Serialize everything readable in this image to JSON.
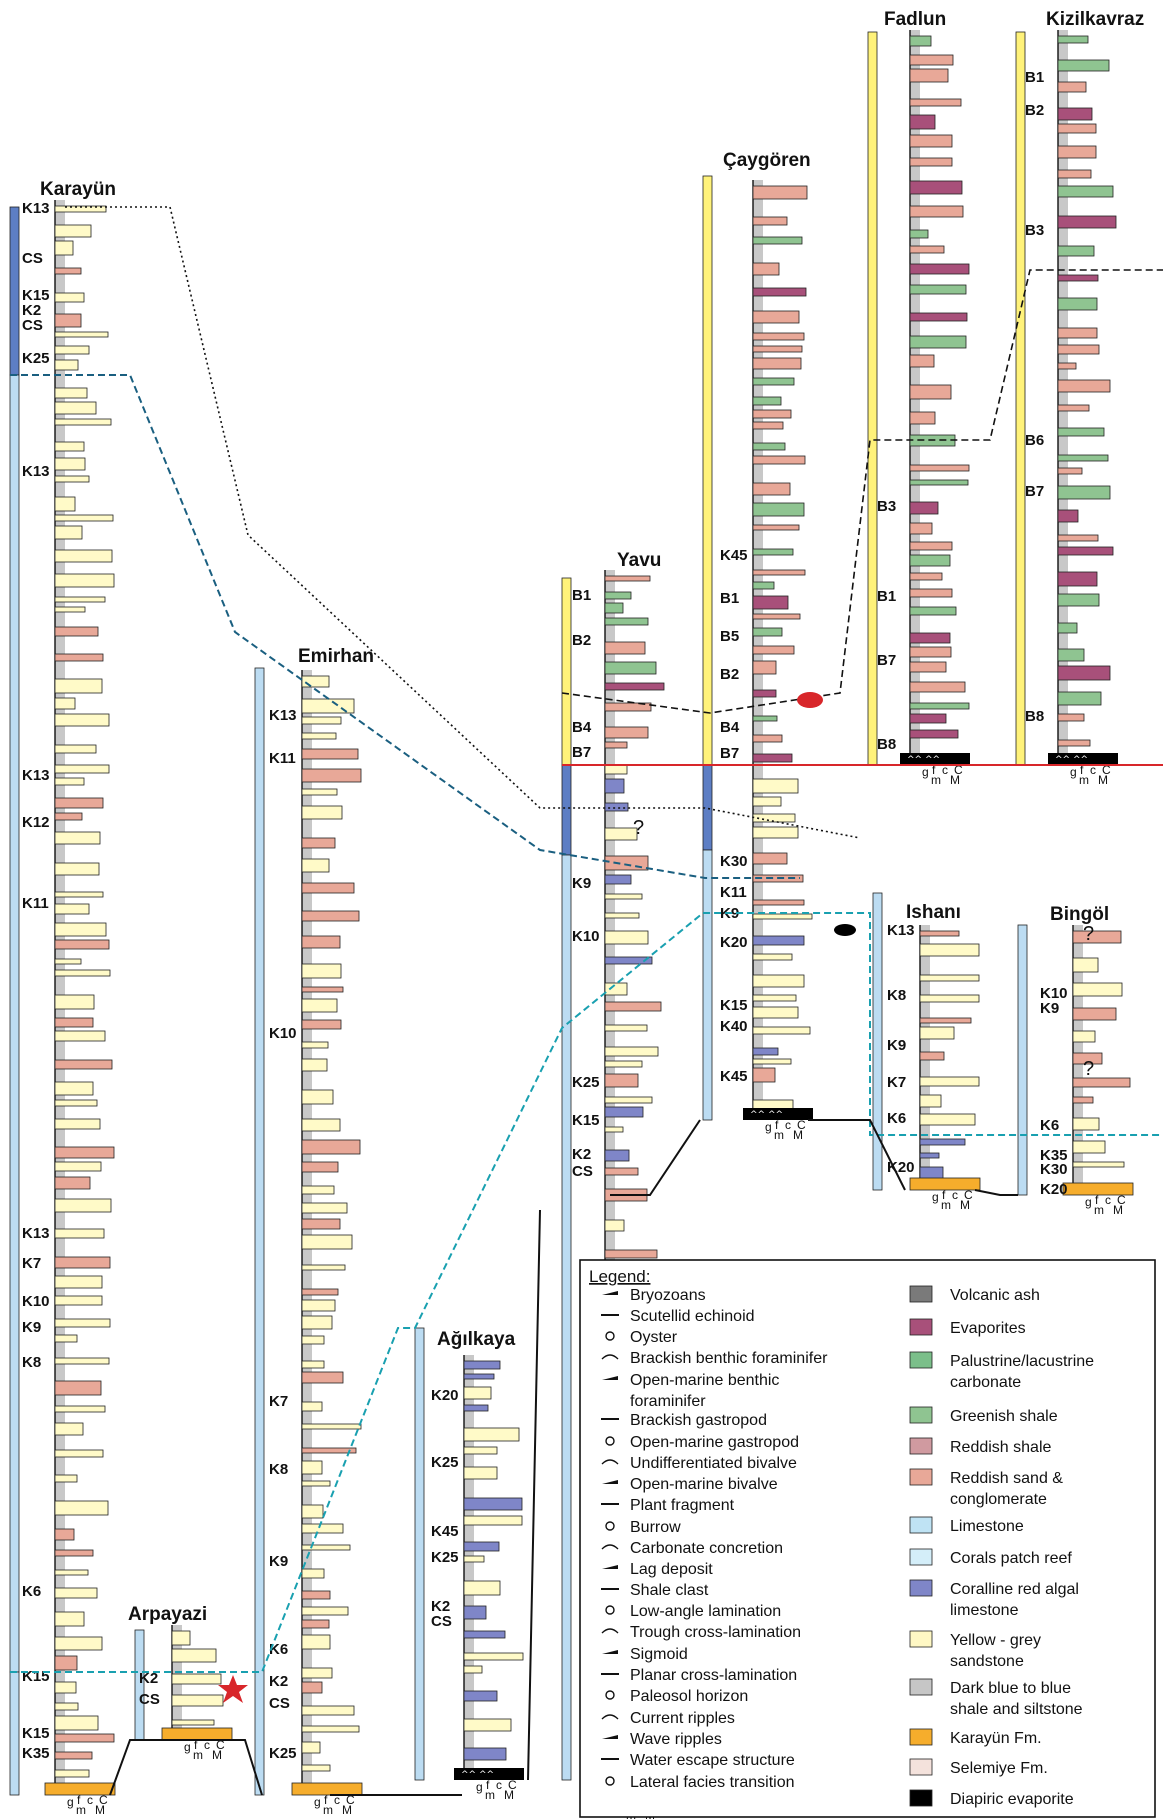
{
  "sections": [
    {
      "name": "Karayün",
      "units": [
        "K13",
        "CS",
        "K15",
        "K2",
        "CS",
        "K25",
        "K13",
        "K13",
        "K12",
        "K11",
        "K13",
        "K7",
        "K10",
        "K9",
        "K8",
        "K6",
        "K15",
        "K15",
        "K35"
      ],
      "scale": [
        "g",
        "f",
        "c",
        "C",
        "m",
        "M"
      ]
    },
    {
      "name": "Arpayazi",
      "units": [
        "K2",
        "CS"
      ],
      "scale": [
        "g",
        "f",
        "c",
        "C",
        "m",
        "M"
      ]
    },
    {
      "name": "Emirhan",
      "units": [
        "K13",
        "K11",
        "K10",
        "K7",
        "K8",
        "K9",
        "K6",
        "K2",
        "CS",
        "K25"
      ],
      "scale": [
        "g",
        "f",
        "c",
        "C",
        "m",
        "M"
      ]
    },
    {
      "name": "Ağılkaya",
      "units": [
        "K20",
        "K25",
        "K45",
        "K25",
        "K2",
        "CS"
      ],
      "scale": [
        "g",
        "f",
        "c",
        "C",
        "m",
        "M"
      ]
    },
    {
      "name": "Yavu",
      "units": [
        "B1",
        "B2",
        "B4",
        "B7",
        "K9",
        "K10",
        "K25",
        "K15",
        "K2",
        "CS"
      ],
      "scale": [
        "g",
        "f",
        "c",
        "C",
        "m",
        "M"
      ]
    },
    {
      "name": "Çaygören",
      "units": [
        "B1",
        "B5",
        "B2",
        "B4",
        "B7",
        "K30",
        "K11",
        "K9",
        "K20",
        "K15",
        "K40",
        "K45",
        "K45"
      ],
      "scale": [
        "g",
        "f",
        "c",
        "C",
        "m",
        "M"
      ]
    },
    {
      "name": "Fadlun",
      "units": [
        "B3",
        "B1",
        "B7",
        "B8"
      ],
      "scale": [
        "g",
        "f",
        "c",
        "C",
        "m",
        "M"
      ]
    },
    {
      "name": "Kizilkavraz",
      "units": [
        "B1",
        "B2",
        "B3",
        "B6",
        "B7",
        "B8"
      ],
      "scale": [
        "g",
        "f",
        "c",
        "C",
        "m",
        "M"
      ]
    },
    {
      "name": "Ishanı",
      "units": [
        "K13",
        "K8",
        "K9",
        "K7",
        "K6",
        "K20"
      ],
      "scale": [
        "g",
        "f",
        "c",
        "C",
        "m",
        "M"
      ]
    },
    {
      "name": "Bingöl",
      "units": [
        "K10",
        "K9",
        "K6",
        "K35",
        "K30",
        "K20"
      ],
      "scale": [
        "g",
        "f",
        "c",
        "C",
        "m",
        "M"
      ]
    }
  ],
  "question_mark": "?",
  "legend": {
    "title": "Legend:",
    "symbols": [
      {
        "label": "Bryozoans",
        "icon": "bryozoan-icon"
      },
      {
        "label": "Scutellid echinoid",
        "icon": "echinoid-icon"
      },
      {
        "label": "Oyster",
        "icon": "oyster-icon"
      },
      {
        "label": "Brackish benthic foraminifer",
        "icon": "brackish-foram-icon"
      },
      {
        "label": "Open-marine benthic",
        "label2": "foraminifer",
        "icon": "marine-foram-icon"
      },
      {
        "label": "Brackish gastropod",
        "icon": "brackish-gastropod-icon"
      },
      {
        "label": "Open-marine gastropod",
        "icon": "marine-gastropod-icon"
      },
      {
        "label": "Undifferentiated bivalve",
        "icon": "bivalve-icon"
      },
      {
        "label": "Open-marine bivalve",
        "icon": "marine-bivalve-icon"
      },
      {
        "label": "Plant fragment",
        "icon": "plant-icon"
      },
      {
        "label": "Burrow",
        "icon": "burrow-icon"
      },
      {
        "label": "Carbonate concretion",
        "icon": "concretion-icon"
      },
      {
        "label": "Lag deposit",
        "icon": "lag-icon"
      },
      {
        "label": "Shale clast",
        "icon": "shale-clast-icon"
      },
      {
        "label": "Low-angle lamination",
        "icon": "low-angle-icon"
      },
      {
        "label": "Trough cross-lamination",
        "icon": "trough-icon"
      },
      {
        "label": "Sigmoid",
        "icon": "sigmoid-icon"
      },
      {
        "label": "Planar cross-lamination",
        "icon": "planar-icon"
      },
      {
        "label": "Paleosol horizon",
        "icon": "paleosol-icon"
      },
      {
        "label": "Current ripples",
        "icon": "current-ripple-icon"
      },
      {
        "label": "Wave ripples",
        "icon": "wave-ripple-icon"
      },
      {
        "label": "Water escape structure",
        "icon": "water-escape-icon"
      },
      {
        "label": "Lateral facies transition",
        "icon": "facies-transition-icon"
      }
    ],
    "lithologies": [
      {
        "label": "Volcanic ash",
        "color": "#7a7a7a"
      },
      {
        "label": "Evaporites",
        "color": "#a8507a"
      },
      {
        "label": "Palustrine/lacustrine",
        "label2": "carbonate",
        "color": "#7bbf8a"
      },
      {
        "label": "Greenish shale",
        "color": "#8fc491"
      },
      {
        "label": "Reddish shale",
        "color": "#d09aa0"
      },
      {
        "label": "Reddish sand &",
        "label2": "conglomerate",
        "color": "#e8a898"
      },
      {
        "label": "Limestone",
        "color": "#bfe3f4"
      },
      {
        "label": "Corals patch reef",
        "color": "#d4eef9"
      },
      {
        "label": "Coralline red algal",
        "label2": "limestone",
        "color": "#7f86c8"
      },
      {
        "label": "Yellow - grey",
        "label2": "sandstone",
        "color": "#fff8c4"
      },
      {
        "label": "Dark blue to blue",
        "label2": "shale and siltstone",
        "color": "#c6c6c6"
      },
      {
        "label": "Karayün Fm.",
        "color": "#f6ad2c"
      },
      {
        "label": "Selemiye Fm.",
        "color": "#f4e2dc"
      },
      {
        "label": "Diapiric evaporite",
        "color": "#000000"
      }
    ]
  },
  "colors": {
    "shale_grey": "#c8c8c8",
    "sandstone": "#fffac8",
    "reddish_sand": "#e8a898",
    "evaporite": "#a8507a",
    "greenish": "#8fc491",
    "algal": "#7f86c8",
    "limestone": "#bfe3f4",
    "karayun_fm": "#f6ad2c",
    "bar_dark_blue": "#5d7ec4",
    "bar_light_blue": "#bcdcf2",
    "bar_yellow": "#fff27a",
    "boundary_red": "#d8262a",
    "correlation_blue": "#1a5f80",
    "correlation_teal": "#19a0b0"
  }
}
